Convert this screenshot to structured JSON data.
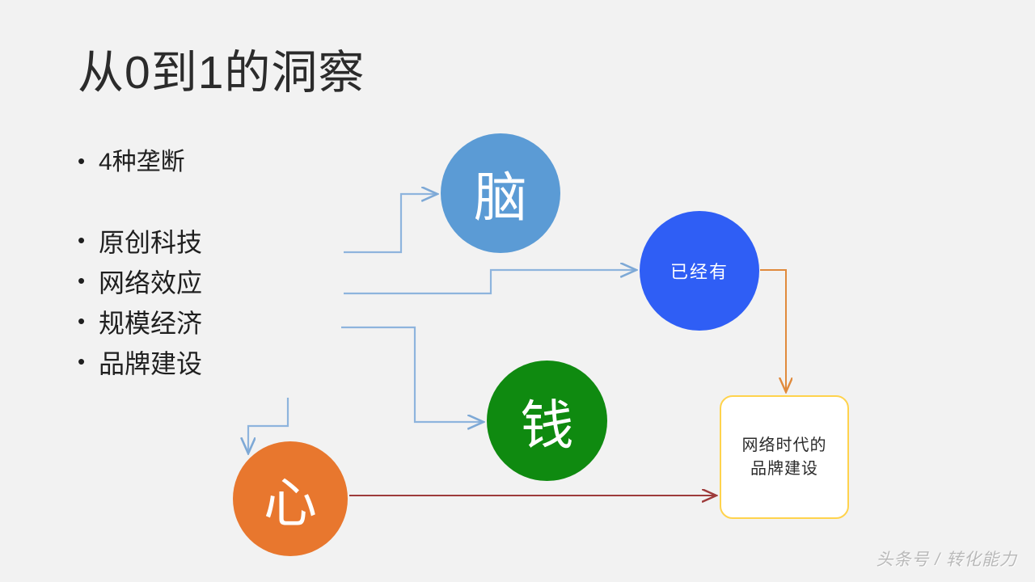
{
  "slide": {
    "title": "从0到1的洞察",
    "background_color": "#f2f2f2",
    "watermark": "头条号 / 转化能力"
  },
  "bullets": [
    {
      "label": "4种垄断"
    },
    {
      "label": ""
    },
    {
      "label": "原创科技"
    },
    {
      "label": "网络效应"
    },
    {
      "label": "规模经济"
    },
    {
      "label": "品牌建设"
    }
  ],
  "diagram": {
    "nodes": {
      "brain": {
        "label": "脑",
        "color": "#5b9bd5",
        "shape": "circle"
      },
      "money": {
        "label": "钱",
        "color": "#0f8a10",
        "shape": "circle"
      },
      "heart": {
        "label": "心",
        "color": "#e8772e",
        "shape": "circle"
      },
      "existing": {
        "label": "已经有",
        "color": "#2f5ef5",
        "shape": "circle"
      },
      "result": {
        "line1": "网络时代的",
        "line2": "品牌建设",
        "border_color": "#ffd34d",
        "fill_color": "#ffffff",
        "shape": "rounded-rect"
      }
    },
    "connector_colors": {
      "blue": "#8eb4dd",
      "orange": "#e08a3c",
      "maroon": "#9e3b3b"
    }
  }
}
